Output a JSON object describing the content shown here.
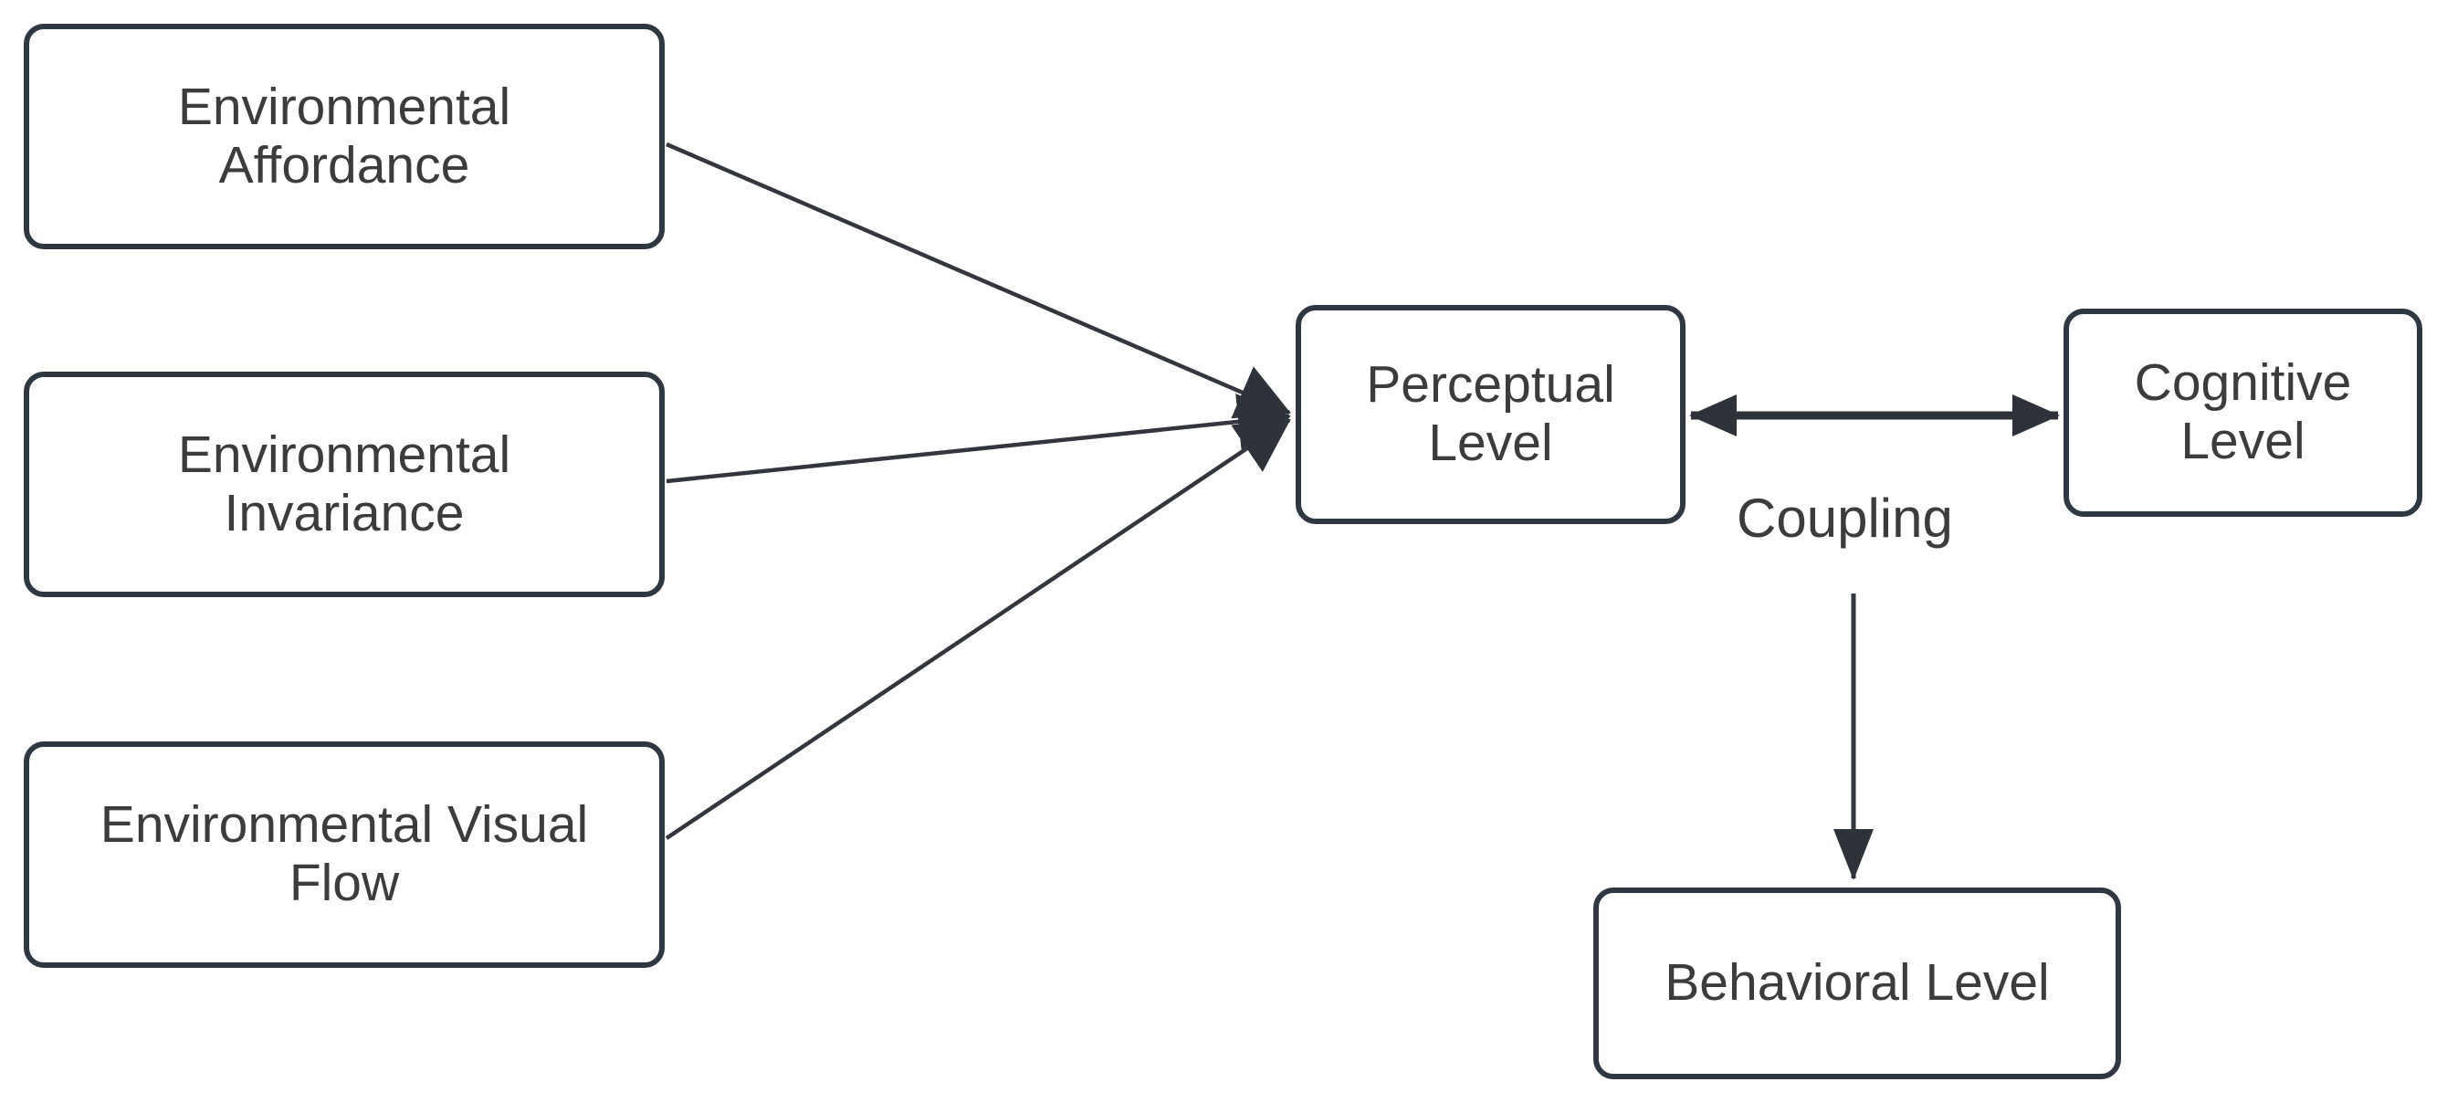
{
  "colors": {
    "background": "#ffffff",
    "node_border": "#2e3742",
    "node_fill": "#ffffff",
    "arrow": "#33373d",
    "text": "#3c3c3c"
  },
  "nodes": [
    {
      "id": "environmental-affordance",
      "label": "Environmental\nAffordance"
    },
    {
      "id": "environmental-invariance",
      "label": "Environmental\nInvariance"
    },
    {
      "id": "environmental-visual-flow",
      "label": "Environmental Visual\nFlow"
    },
    {
      "id": "perceptual-level",
      "label": "Perceptual\nLevel"
    },
    {
      "id": "cognitive-level",
      "label": "Cognitive\nLevel"
    },
    {
      "id": "behavioral-level",
      "label": "Behavioral Level"
    }
  ],
  "edges": [
    {
      "from": "environmental-affordance",
      "to": "perceptual-level",
      "type": "arrow",
      "label": ""
    },
    {
      "from": "environmental-invariance",
      "to": "perceptual-level",
      "type": "arrow",
      "label": ""
    },
    {
      "from": "environmental-visual-flow",
      "to": "perceptual-level",
      "type": "arrow",
      "label": ""
    },
    {
      "from": "perceptual-level",
      "to": "cognitive-level",
      "type": "double-arrow",
      "label": "Coupling"
    },
    {
      "from": "coupling-link",
      "to": "behavioral-level",
      "type": "arrow",
      "label": ""
    }
  ]
}
